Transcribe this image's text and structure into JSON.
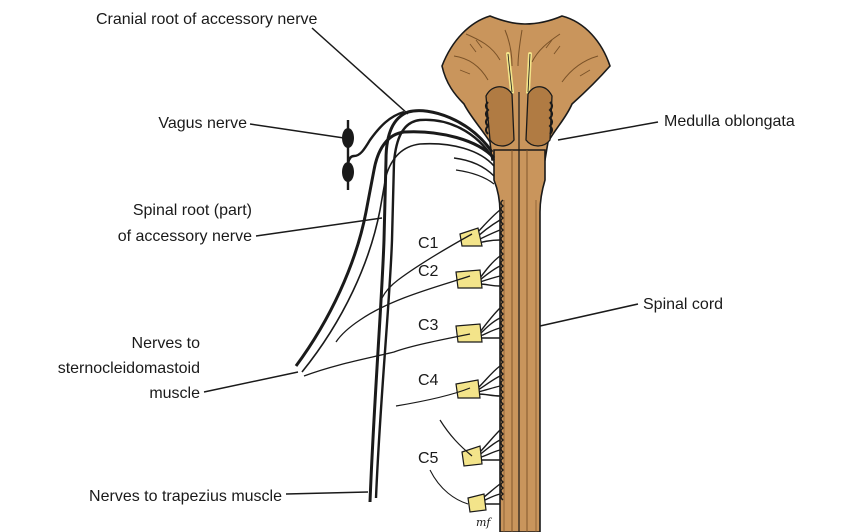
{
  "labels": {
    "cranial_root": "Cranial root of accessory nerve",
    "vagus": "Vagus nerve",
    "spinal_root_line1": "Spinal root (part)",
    "spinal_root_line2": "of accessory nerve",
    "medulla": "Medulla oblongata",
    "spinal_cord": "Spinal cord",
    "scm_line1": "Nerves to",
    "scm_line2": "sternocleidomastoid",
    "scm_line3": "muscle",
    "trapezius": "Nerves to trapezius muscle",
    "c1": "C1",
    "c2": "C2",
    "c3": "C3",
    "c4": "C4",
    "c5": "C5"
  },
  "signature": "mf",
  "colors": {
    "cord": "#c9955c",
    "cord_dark": "#a9733d",
    "ganglion": "#f3e48a",
    "line": "#1a1a1a"
  }
}
